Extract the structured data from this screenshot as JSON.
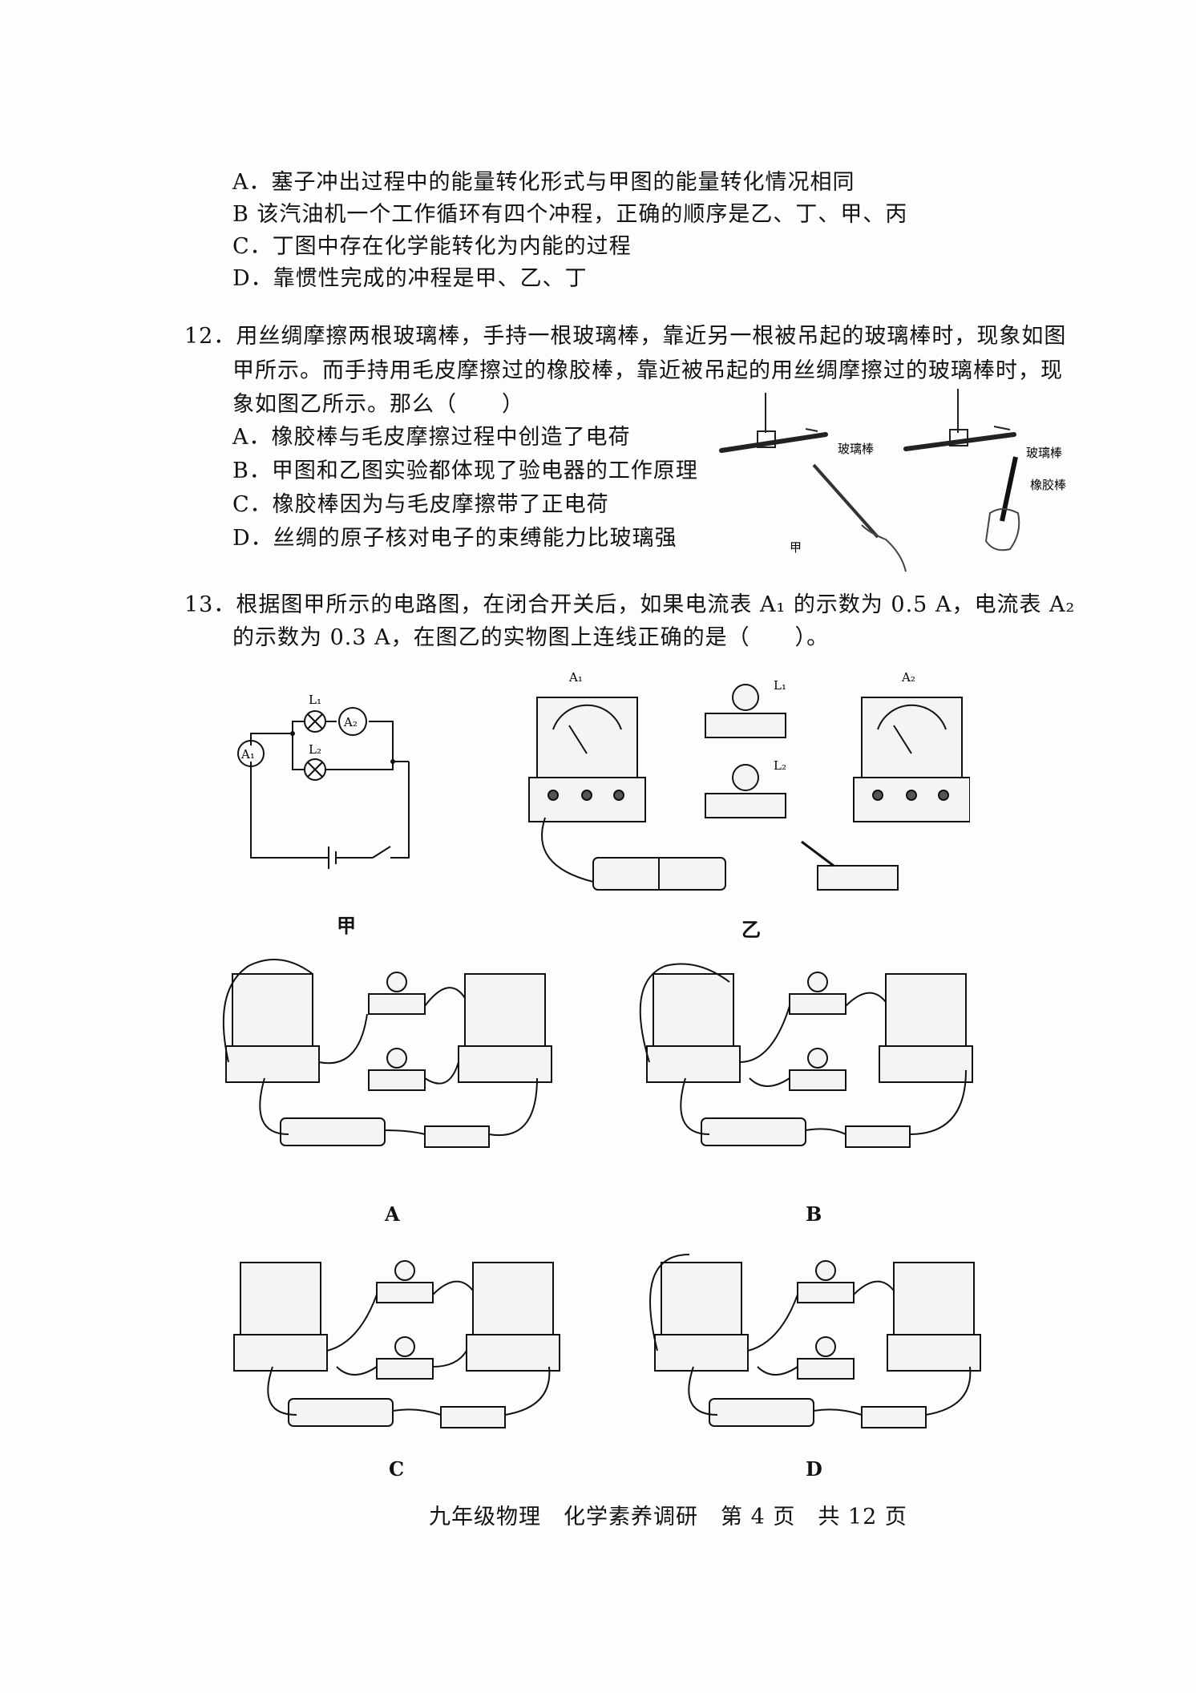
{
  "q11_options": [
    "A．塞子冲出过程中的能量转化形式与甲图的能量转化情况相同",
    "B  该汽油机一个工作循环有四个冲程，正确的顺序是乙、丁、甲、丙",
    "C．丁图中存在化学能转化为内能的过程",
    "D．靠惯性完成的冲程是甲、乙、丁"
  ],
  "q12": {
    "stem_line1": "12．用丝绸摩擦两根玻璃棒，手持一根玻璃棒，靠近另一根被吊起的玻璃棒时，现象如图",
    "stem_line2": "甲所示。而手持用毛皮摩擦过的橡胶棒，靠近被吊起的用丝绸摩擦过的玻璃棒时，现",
    "stem_line3": "象如图乙所示。那么（　　）",
    "options": [
      "A．橡胶棒与毛皮摩擦过程中创造了电荷",
      "B．甲图和乙图实验都体现了验电器的工作原理",
      "C．橡胶棒因为与毛皮摩擦带了正电荷",
      "D．丝绸的原子核对电子的束缚能力比玻璃强"
    ],
    "fig_label_glass": "玻璃棒",
    "fig_label_glass2": "玻璃棒",
    "fig_label_rubber": "橡胶棒",
    "fig_label_jia": "甲"
  },
  "q13": {
    "stem_line1": "13．根据图甲所示的电路图，在闭合开关后，如果电流表 A₁ 的示数为 0.5 A，电流表 A₂",
    "stem_line2": "的示数为 0.3 A，在图乙的实物图上连线正确的是（　　）。",
    "circuit_labels": {
      "L1": "L₁",
      "L2": "L₂",
      "A1": "A₁",
      "A2": "A₂"
    },
    "caption_jia": "甲",
    "caption_yi": "乙",
    "choices": [
      "A",
      "B",
      "C",
      "D"
    ]
  },
  "footer": "九年级物理　化学素养调研　第 4 页　共 12 页"
}
